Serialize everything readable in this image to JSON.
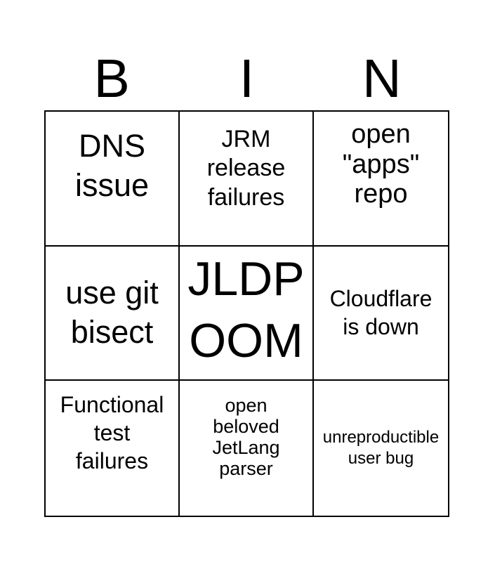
{
  "card": {
    "header_letters": [
      "B",
      "I",
      "N"
    ],
    "cells": [
      {
        "text": "DNS\nissue"
      },
      {
        "text": "JRM\nrelease\nfailures"
      },
      {
        "text": "open\n\"apps\"\nrepo"
      },
      {
        "text": "use git\nbisect"
      },
      {
        "text": "JLDP\nOOM"
      },
      {
        "text": "Cloudflare\nis down"
      },
      {
        "text": "Functional\ntest\nfailures"
      },
      {
        "text": "open\nbeloved\nJetLang\nparser"
      },
      {
        "text": "unreproductible\nuser bug"
      }
    ],
    "colors": {
      "ink": "#000000",
      "background": "#ffffff",
      "grid_line": "#000000"
    }
  }
}
